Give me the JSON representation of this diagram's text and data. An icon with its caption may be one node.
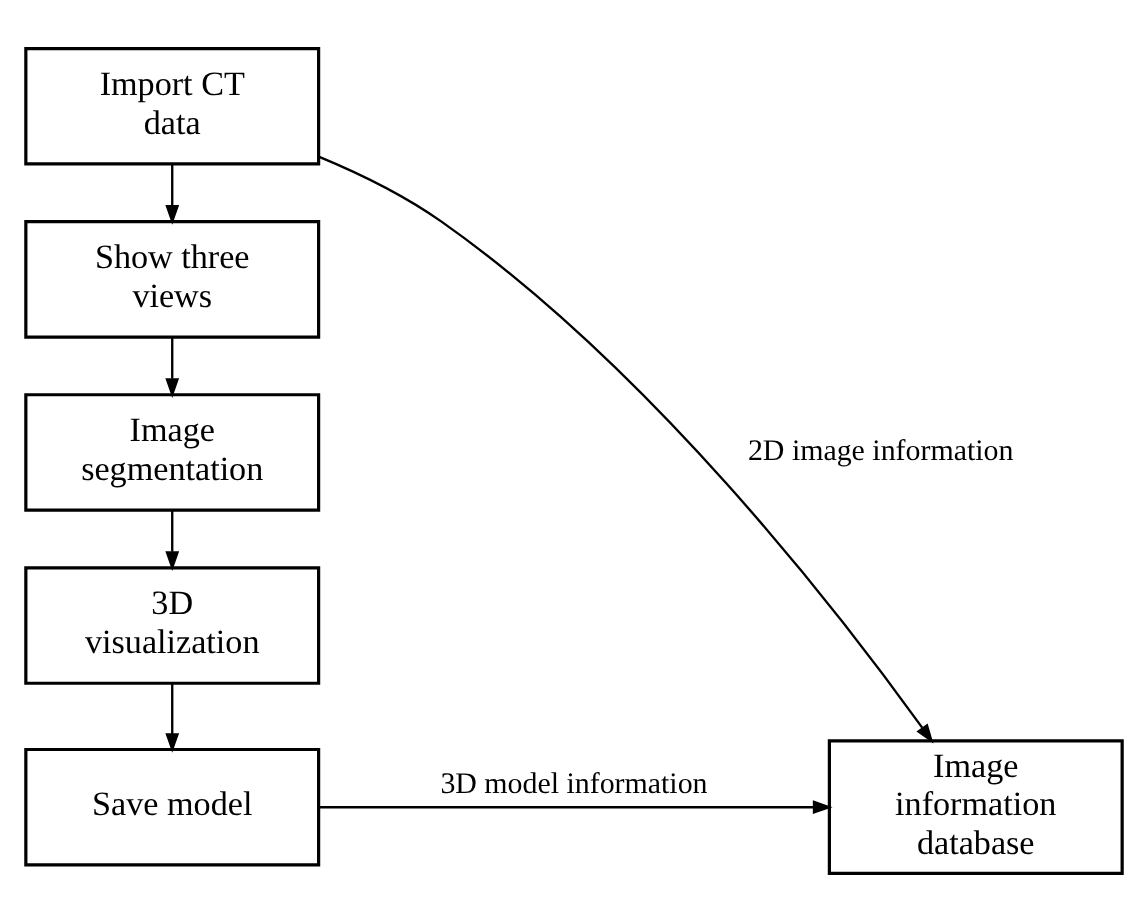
{
  "diagram": {
    "nodes": [
      {
        "text": [
          "Import CT data"
        ]
      },
      {
        "text": [
          "Show three views"
        ]
      },
      {
        "text": [
          "Image segmentation"
        ]
      },
      {
        "text": [
          "3D visualization"
        ]
      },
      {
        "text": [
          "Save model"
        ]
      },
      {
        "text": [
          "Image information database"
        ]
      }
    ],
    "edges": [
      {
        "from": 0,
        "to": 1,
        "arrow": "to"
      },
      {
        "from": 1,
        "to": 2,
        "arrow": "to"
      },
      {
        "from": 2,
        "to": 3,
        "arrow": "to"
      },
      {
        "from": 3,
        "to": 4,
        "arrow": "to"
      },
      {
        "from": 0,
        "to": 5,
        "arrow": "to",
        "label": "2D image information"
      },
      {
        "from": 4,
        "to": 5,
        "arrow": "to",
        "label": "3D model information"
      }
    ]
  }
}
